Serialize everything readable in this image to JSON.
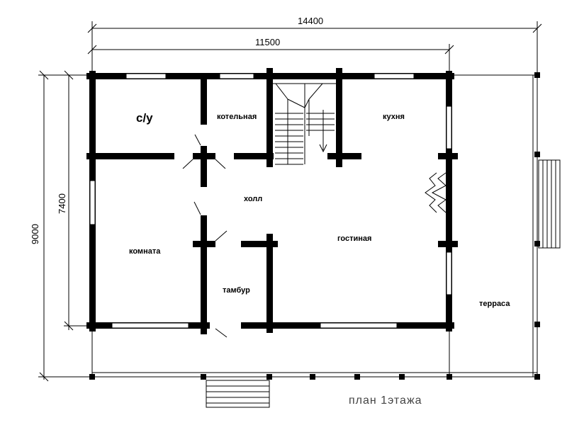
{
  "dimensions": {
    "overall_width": "14400",
    "house_width": "11500",
    "overall_depth": "9000",
    "house_depth": "7400"
  },
  "rooms": {
    "bathroom": "с/у",
    "boiler_room": "котельная",
    "kitchen": "кухня",
    "hall": "холл",
    "room": "комната",
    "living_room": "гостиная",
    "vestibule": "тамбур",
    "terrace": "терраса"
  },
  "caption": "план 1этажа"
}
